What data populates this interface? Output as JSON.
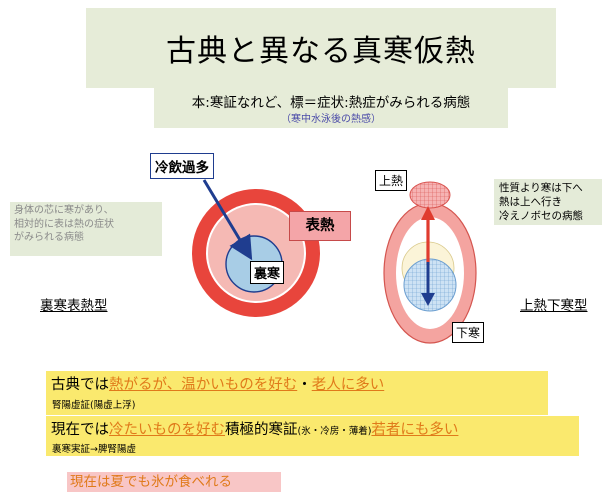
{
  "title": "古典と異なる真寒仮熱",
  "subtitle": {
    "line1": "本:寒証なれど、標＝症状:熱症がみられる病態",
    "line2": "（寒中水泳後の熱感）"
  },
  "left_note": {
    "line1": "身体の芯に寒があり、",
    "line2": "相対的に表は熱の症状",
    "line3": "がみられる病態"
  },
  "right_note": {
    "line1": "性質より寒は下へ",
    "line2": "熱は上へ行き",
    "line3": "冷えノボセの病態"
  },
  "left_diagram": {
    "cause_label": "冷飲過多",
    "outer_label": "表熱",
    "inner_label": "裏寒",
    "type_label": "裏寒表熱型"
  },
  "right_diagram": {
    "top_label": "上熱",
    "bottom_label": "下寒",
    "type_label": "上熱下寒型"
  },
  "classic": {
    "prefix": "古典では",
    "h1": "熱がるが、温かいものを好む",
    "sep": "・",
    "h2": "老人に多い",
    "sub": "腎陽虚証(陽虚上浮)"
  },
  "modern": {
    "prefix": "現在では",
    "h1": "冷たいものを好む",
    "mid": "積極的寒証",
    "paren": "(氷・冷房・薄着)",
    "h2": "若者にも多い",
    "sub": "裏寒実証→脾腎陽虚"
  },
  "footer_note": "現在は夏でも氷が食べれる",
  "colors": {
    "title_bg": "#e6ecd8",
    "outer_heat": "#e8453c",
    "inner_cold": "#a8cde6",
    "arrow_blue": "#1f3d8f",
    "arrow_red": "#e03b2e",
    "highlight": "#fae96e",
    "highlight_text": "#e07a1a",
    "pink": "#f8c6c6"
  }
}
